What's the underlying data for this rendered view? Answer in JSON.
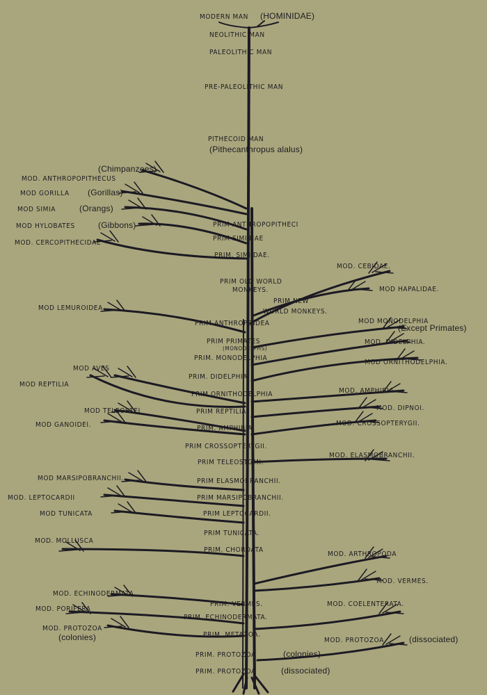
{
  "title": "Tree of animal descent",
  "colors": {
    "background": "#a9a67e",
    "ink": "#1c1a22"
  },
  "labels": [
    "MODERN MAN",
    "(HOMINIDAE)",
    "NEOLITHIC MAN",
    "PALEOLITHIC MAN",
    "PRE-PALEOLITHIC MAN",
    "PITHECOID MAN",
    "(Pithecanthropus alalus)",
    "(Chimpanzees)",
    "MOD. ANTHROPOPITHECUS",
    "MOD GORILLA",
    "(Gorillas)",
    "MOD SIMIA",
    "(Orangs)",
    "MOD HYLOBATES",
    "(Gibbons)",
    "MOD. CERCOPITHECIDAE",
    "PRIM ANTHROPOPITHECI",
    "PRIM SIMIINAE",
    "PRIM. SIMIIDAE.",
    "MOD. CEBIDAE.",
    "PRIM OLD WORLD",
    "MONKEYS.",
    "MOD HAPALIDAE.",
    "PRIM NEW",
    "WORLD MONKEYS.",
    "MOD LEMUROIDEA",
    "MOD MONODELPHIA",
    "(Except Primates)",
    "PRIM ANTHROPOIDEA",
    "PRIM PRIMATES",
    "(MONODELPHS)",
    "MOD. DIDELPHIA.",
    "PRIM. MONODELPHIA",
    "MOD ORNITHODELPHIA.",
    "MOD AVES",
    "PRIM. DIDELPHIA",
    "MOD REPTILIA",
    "MOD. AMPHIBIA.",
    "PRIM ORNITHODELPHIA",
    "MOD TELEOSTEI",
    "MOD. DIPNOI.",
    "PRIM REPTILIA",
    "MOD GANOIDEI.",
    "MOD. CROSSOPTERYGII.",
    "PRIM. AMPHIBIA",
    "PRIM CROSSOPTERYGII.",
    "PRIM TELEOSTOMI.",
    "MOD. ELASMOBRANCHII.",
    "MOD MARSIPOBRANCHII.",
    "PRIM ELASMOBRANCHII.",
    "MOD. LEPTOCARDII",
    "PRIM MARSIPOBRANCHII.",
    "MOD TUNICATA",
    "PRIM LEPTOCARDII.",
    "PRIM TUNICATA.",
    "MOD. MOLLUSCA",
    "PRIM. CHORDATA",
    "MOD. ARTHROPODA",
    "MOD. VERMES.",
    "MOD. ECHINODERMATA.",
    "PRIM. VERMES.",
    "MOD. COELENTERATA.",
    "MOD. PORIFERA",
    "PRIM. ECHINODERMATA.",
    "MOD. PROTOZOA",
    "(colonies)",
    "PRIM. METAZOA.",
    "MOD. PROTOZOA",
    "(dissociated)",
    "PRIM. PROTOZOA",
    "(colonies)",
    "PRIM. PROTOZOA",
    "(dissociated)"
  ]
}
